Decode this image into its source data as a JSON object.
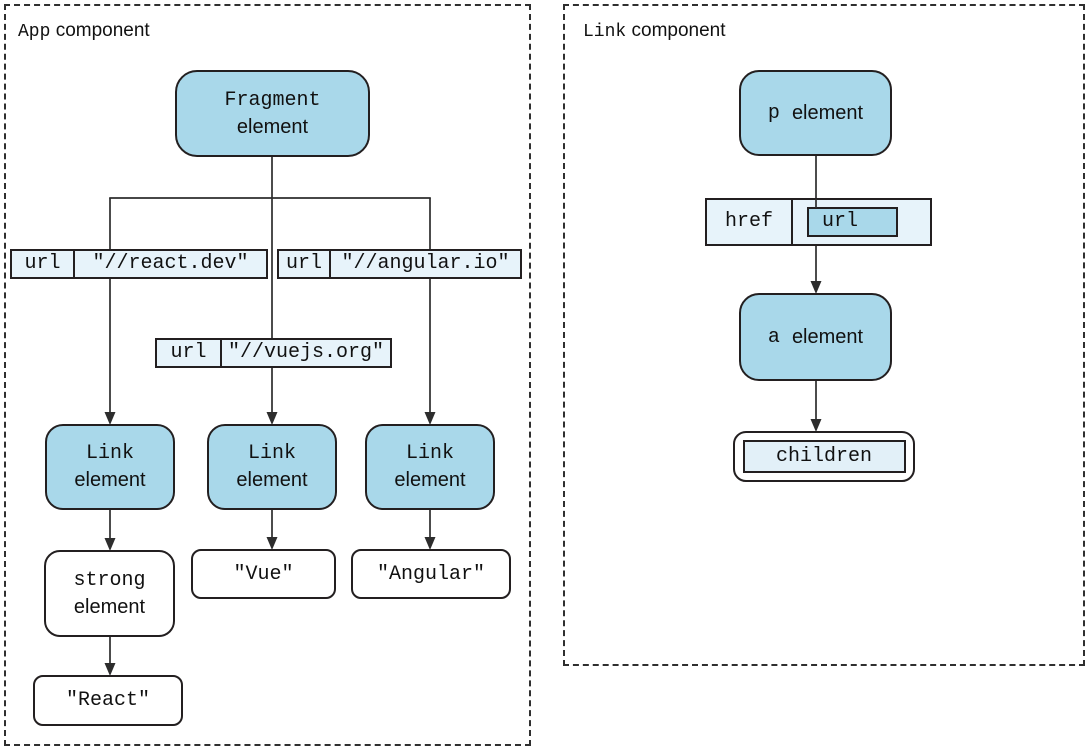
{
  "colors": {
    "element_fill": "#a9d8ea",
    "label_fill": "#e7f3fa",
    "chip_fill": "#e2f0f8",
    "line_color": "#2d2d2d",
    "border_color": "#231f20"
  },
  "app_panel": {
    "title_code": "App",
    "title_rest": "component",
    "fragment_node": {
      "code": "Fragment",
      "label": "element"
    },
    "link_node": {
      "code": "Link",
      "label": "element"
    },
    "strong_node": {
      "code": "strong",
      "label": "element"
    },
    "props": {
      "react": {
        "key": "url",
        "value": "\"//react.dev\""
      },
      "angular": {
        "key": "url",
        "value": "\"//angular.io\""
      },
      "vue": {
        "key": "url",
        "value": "\"//vuejs.org\""
      }
    },
    "strings": {
      "react": "\"React\"",
      "vue": "\"Vue\"",
      "angular": "\"Angular\""
    }
  },
  "link_panel": {
    "title_code": "Link",
    "title_rest": "component",
    "p_node": {
      "code": "p",
      "label": "element"
    },
    "a_node": {
      "code": "a",
      "label": "element"
    },
    "prop": {
      "key": "href",
      "value": "url"
    },
    "children_label": "children"
  }
}
